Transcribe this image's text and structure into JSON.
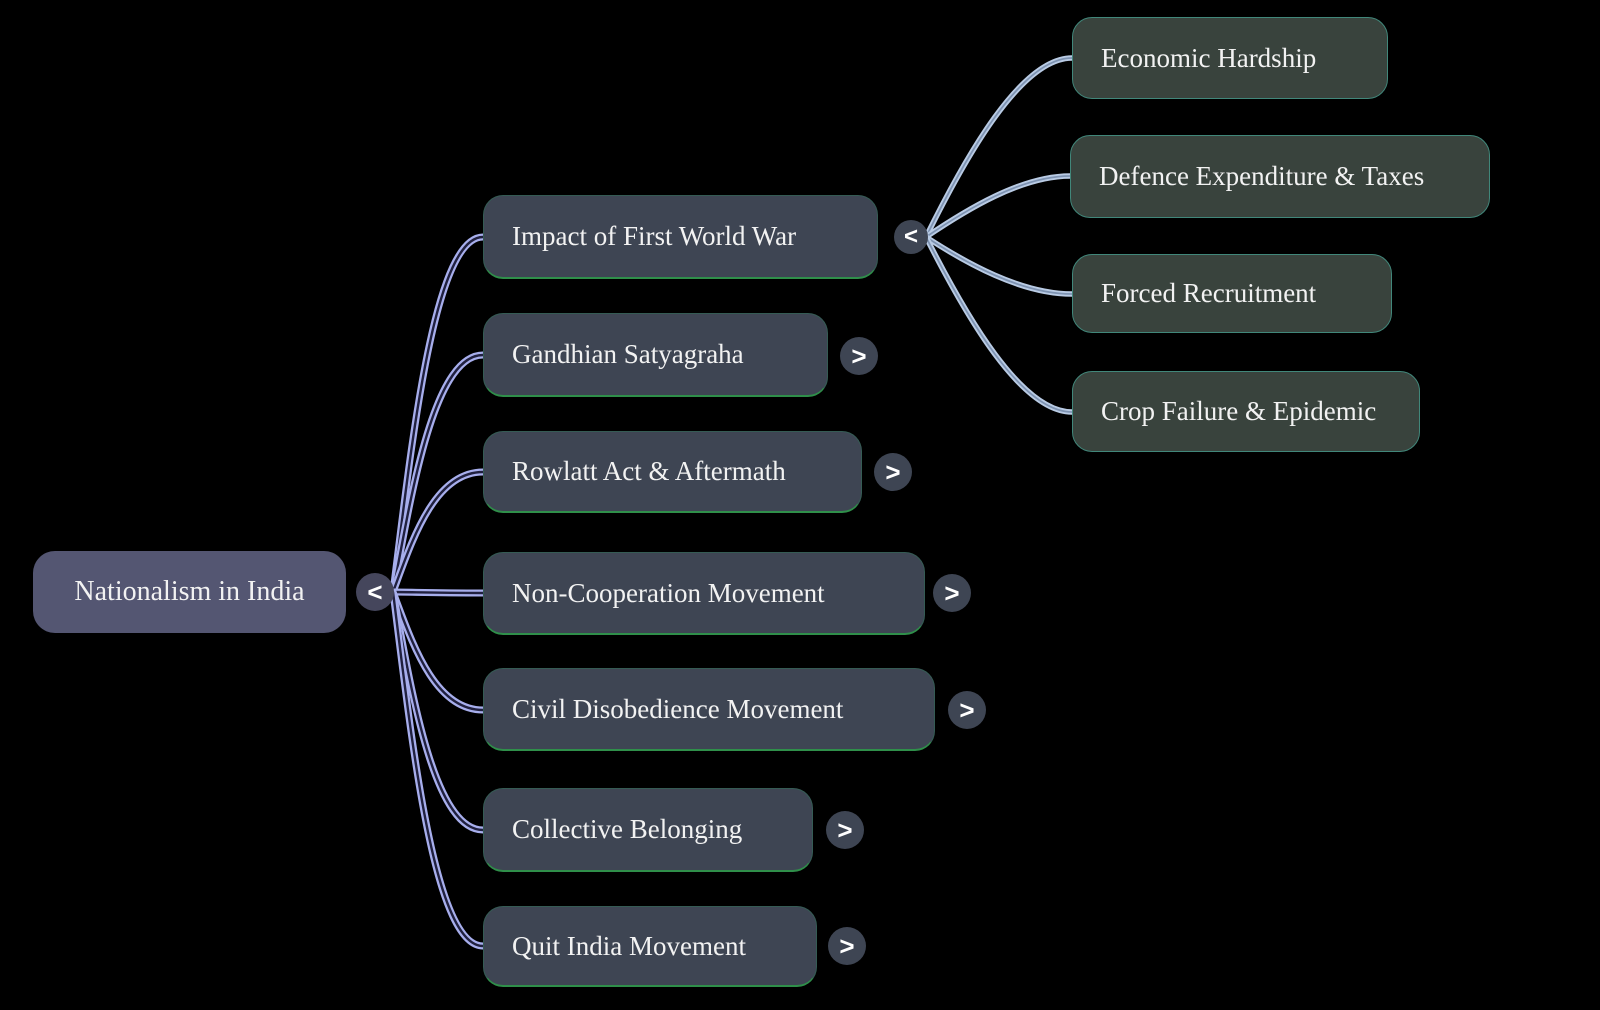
{
  "mindmap": {
    "type": "mind-map",
    "root": {
      "label": "Nationalism in India",
      "toggle": "<"
    },
    "branches": [
      {
        "label": "Impact of First World War",
        "state": "expanded",
        "toggle": "<",
        "children": [
          {
            "label": "Economic Hardship"
          },
          {
            "label": "Defence Expenditure & Taxes"
          },
          {
            "label": "Forced Recruitment"
          },
          {
            "label": "Crop Failure & Epidemic"
          }
        ]
      },
      {
        "label": "Gandhian Satyagraha",
        "state": "collapsed",
        "toggle": ">"
      },
      {
        "label": "Rowlatt Act & Aftermath",
        "state": "collapsed",
        "toggle": ">"
      },
      {
        "label": "Non-Cooperation Movement",
        "state": "collapsed",
        "toggle": ">"
      },
      {
        "label": "Civil Disobedience Movement",
        "state": "collapsed",
        "toggle": ">"
      },
      {
        "label": "Collective Belonging",
        "state": "collapsed",
        "toggle": ">"
      },
      {
        "label": "Quit India Movement",
        "state": "collapsed",
        "toggle": ">"
      }
    ],
    "colors": {
      "background": "#000000",
      "root_fill": "#545672",
      "root_toggle_fill": "#45465c",
      "branch_fill": "#3e4553",
      "branch_underline": "#2f8f4a",
      "leaf_fill": "#39433d",
      "leaf_border": "#41877a",
      "link_level1": "#a7aeec",
      "link_level2": "#b9cbe4",
      "text": "#f2f2f2"
    }
  }
}
